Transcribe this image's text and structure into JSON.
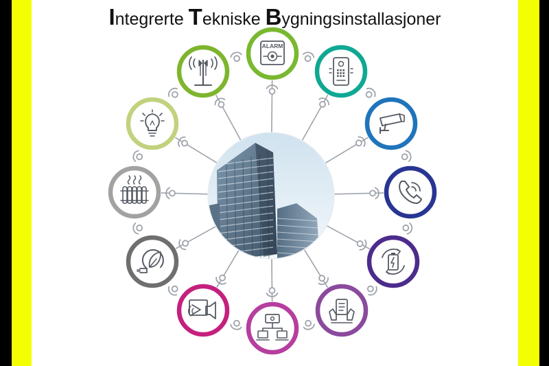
{
  "title": {
    "segments": [
      {
        "cap": "I",
        "rest": "ntegrerte "
      },
      {
        "cap": "T",
        "rest": "ekniske "
      },
      {
        "cap": "B",
        "rest": "ygningsinstallasjoner"
      }
    ]
  },
  "colors": {
    "frame_black": "#000000",
    "frame_yellow": "#f3ff00",
    "link_line": "#9ea3ab",
    "icon_stroke": "#555a63"
  },
  "hub": {
    "icon": "office-building-photo"
  },
  "systems": [
    {
      "id": "alarm",
      "icon": "fire-alarm-icon",
      "label": "ALARM",
      "color": "#79b830"
    },
    {
      "id": "intercom",
      "icon": "door-intercom-icon",
      "color": "#0fa893"
    },
    {
      "id": "cctv",
      "icon": "cctv-camera-icon",
      "color": "#1f74bb"
    },
    {
      "id": "telephony",
      "icon": "phone-icon",
      "color": "#283592"
    },
    {
      "id": "energy-storage",
      "icon": "battery-cycle-icon",
      "color": "#4c2b8c"
    },
    {
      "id": "access-control",
      "icon": "hand-card-icon",
      "color": "#8a4a9d"
    },
    {
      "id": "it-network",
      "icon": "network-computers-icon",
      "color": "#b63e9e"
    },
    {
      "id": "av-system",
      "icon": "screen-speaker-icon",
      "color": "#c4207e"
    },
    {
      "id": "energy-management",
      "icon": "leaf-plug-icon",
      "color": "#6f6f6f"
    },
    {
      "id": "heating",
      "icon": "radiator-icon",
      "color": "#a2a2a2"
    },
    {
      "id": "lighting",
      "icon": "light-bulb-icon",
      "color": "#c1d27e"
    },
    {
      "id": "antenna",
      "icon": "antenna-mast-icon",
      "color": "#7fb52e"
    }
  ]
}
